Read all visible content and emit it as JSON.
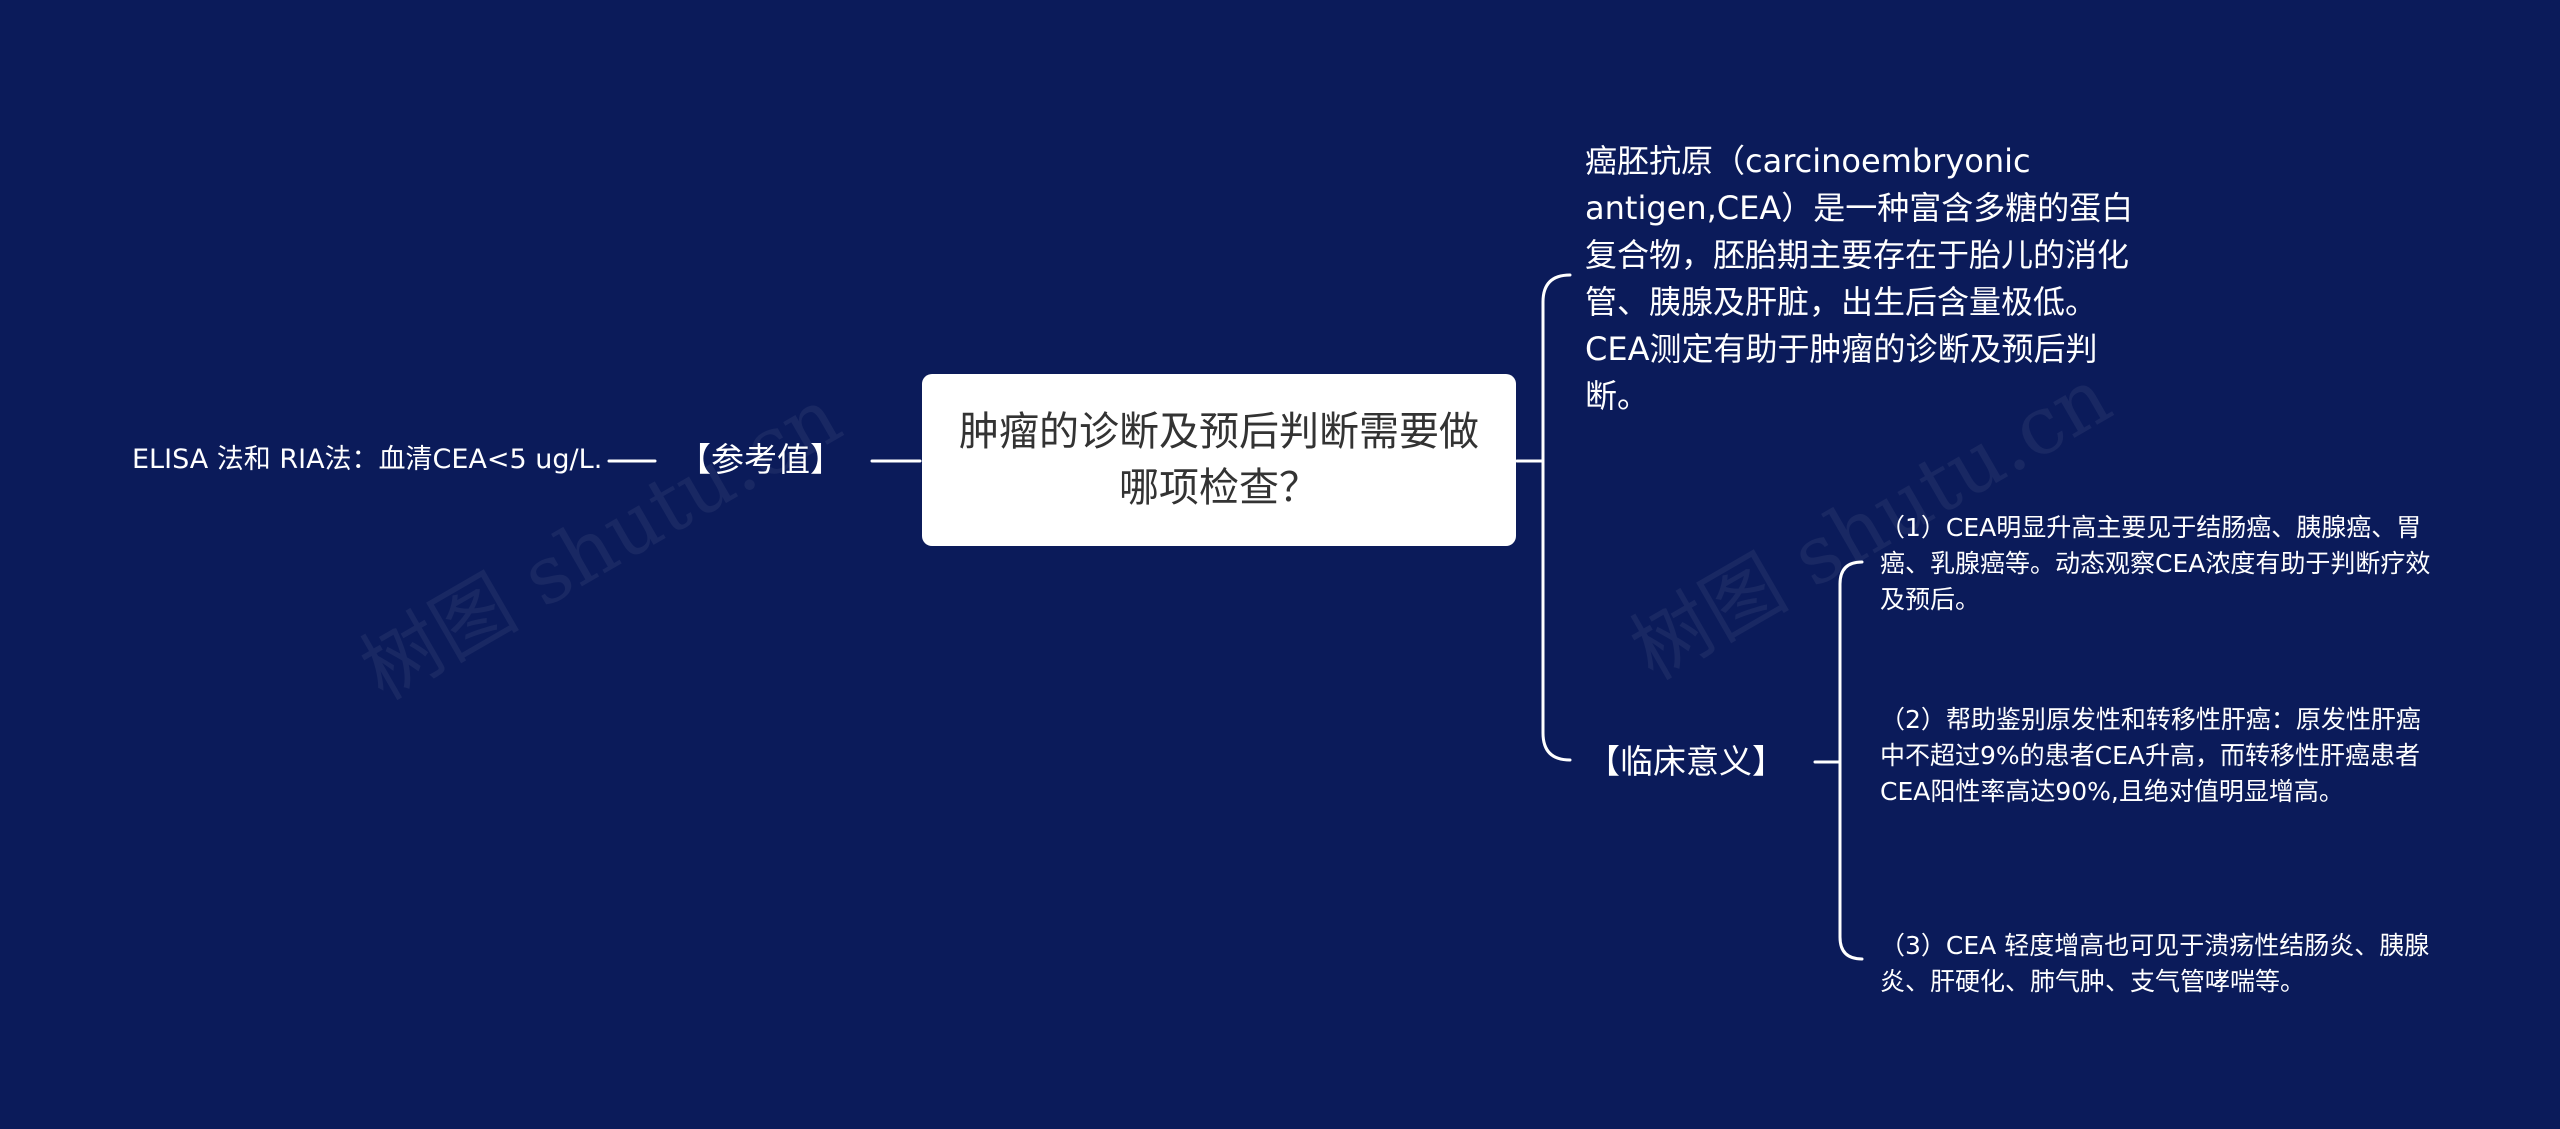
{
  "colors": {
    "background": "#0b1b5a",
    "root_fill": "#ffffff",
    "root_text": "#333333",
    "line": "#ffffff",
    "text": "#ffffff"
  },
  "root": {
    "title": "肿瘤的诊断及预后判断需要做哪项检查？"
  },
  "left": {
    "label": "【参考值】",
    "leaf": "ELISA 法和 RIA法：血清CEA<5 ug/L."
  },
  "right": {
    "definition": "癌胚抗原（carcinoembryonic antigen,CEA）是一种富含多糖的蛋白复合物，胚胎期主要存在于胎儿的消化管、胰腺及肝脏，出生后含量极低。CEA测定有助于肿瘤的诊断及预后判断。",
    "clinic": {
      "label": "【临床意义】",
      "items": [
        "（1）CEA明显升高主要见于结肠癌、胰腺癌、胃癌、乳腺癌等。动态观察CEA浓度有助于判断疗效及预后。",
        "（2）帮助鉴别原发性和转移性肝癌：原发性肝癌中不超过9%的患者CEA升高，而转移性肝癌患者CEA阳性率高达90%,且绝对值明显增高。",
        "（3）CEA 轻度增高也可见于溃疡性结肠炎、胰腺炎、肝硬化、肺气肿、支气管哮喘等。"
      ]
    }
  },
  "watermark": "树图 shutu.cn"
}
